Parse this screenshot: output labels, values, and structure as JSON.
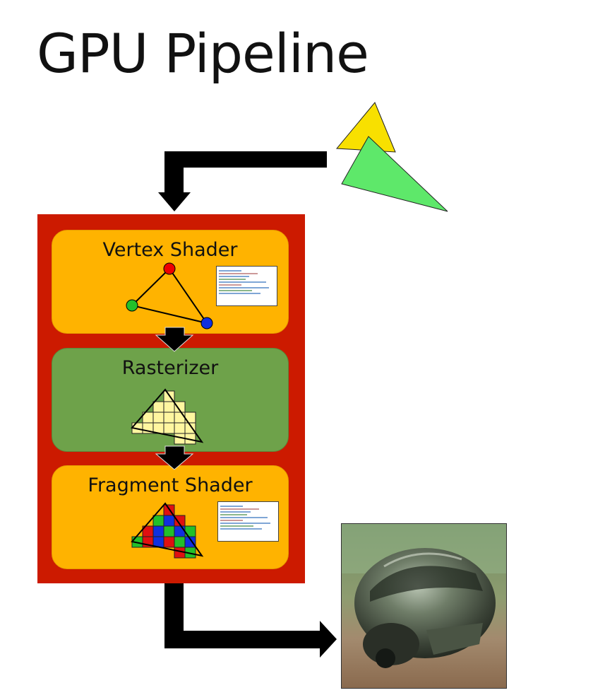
{
  "slide": {
    "title": "GPU Pipeline"
  },
  "stages": [
    {
      "label": "Vertex Shader"
    },
    {
      "label": "Rasterizer"
    },
    {
      "label": "Fragment Shader"
    }
  ],
  "colors": {
    "pipeline_bg": "#cc1a00",
    "shader_stage": "#ffb300",
    "raster_stage": "#6ea24a",
    "arrow": "#000000",
    "input_triangle_front": "#f8e000",
    "input_triangle_back": "#5ee86a"
  },
  "icons": [
    "input-triangles-icon",
    "vertex-triangle-icon",
    "raster-grid-icon",
    "fragment-grid-icon",
    "code-snippet-icon",
    "rendered-helmet-image"
  ]
}
